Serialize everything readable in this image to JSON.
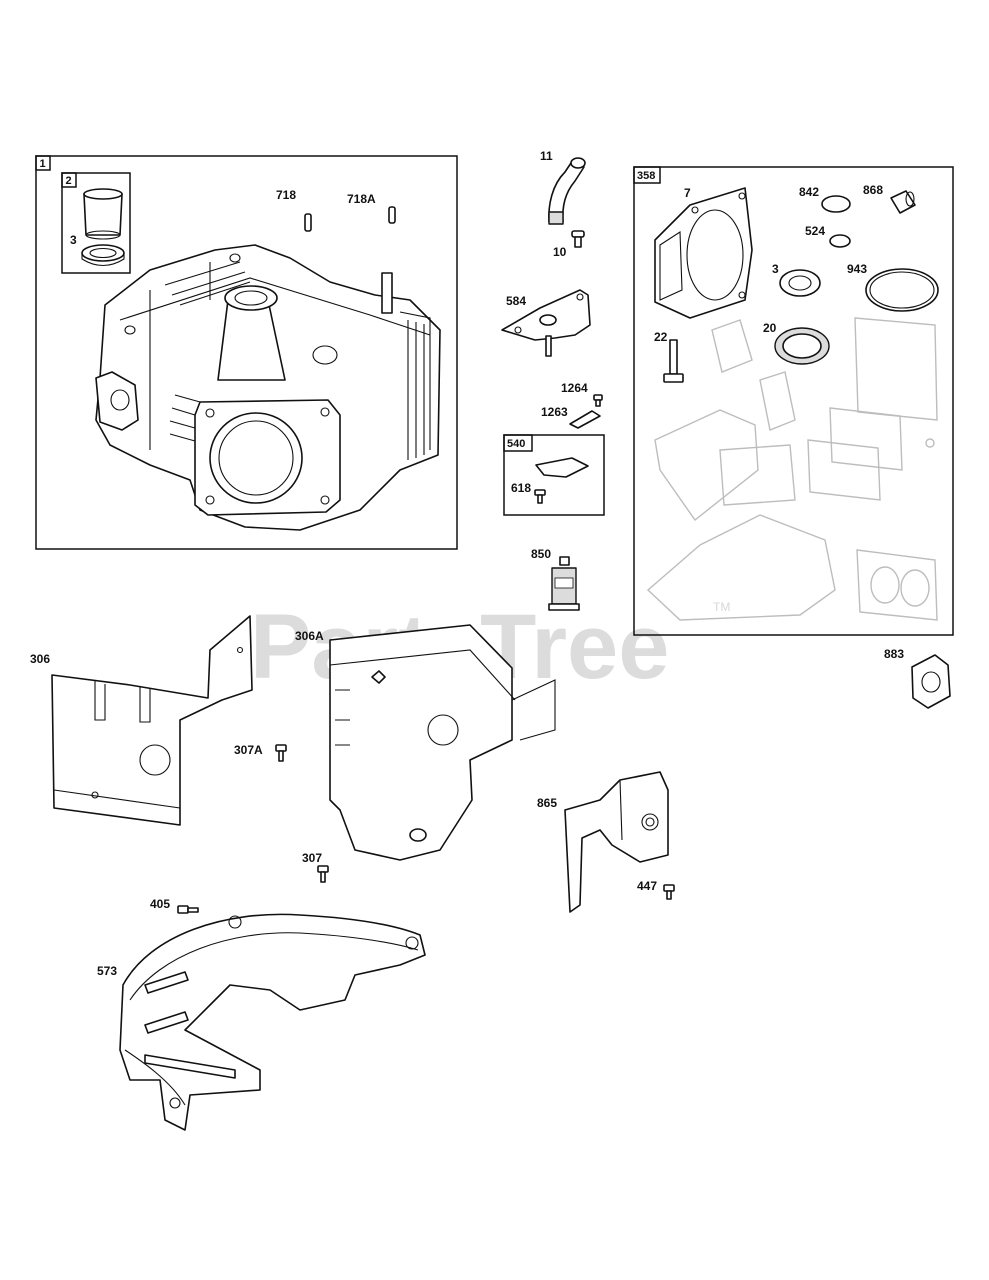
{
  "watermark": {
    "text": "PartsTree",
    "trademark": "TM"
  },
  "tube_label": {
    "line1": "",
    "line2": ""
  },
  "boxes": {
    "box_1": "1",
    "box_2": "2",
    "box_358": "358",
    "box_540": "540"
  },
  "callouts": {
    "c_2_3": "3",
    "c_718": "718",
    "c_718a": "718A",
    "c_11": "11",
    "c_10": "10",
    "c_584": "584",
    "c_1264": "1264",
    "c_1263": "1263",
    "c_618": "618",
    "c_850": "850",
    "c_7": "7",
    "c_842": "842",
    "c_868": "868",
    "c_524": "524",
    "c_358_3": "3",
    "c_943": "943",
    "c_22": "22",
    "c_20": "20",
    "c_883": "883",
    "c_306": "306",
    "c_306a": "306A",
    "c_307a": "307A",
    "c_307": "307",
    "c_865": "865",
    "c_447": "447",
    "c_405": "405",
    "c_573": "573"
  }
}
